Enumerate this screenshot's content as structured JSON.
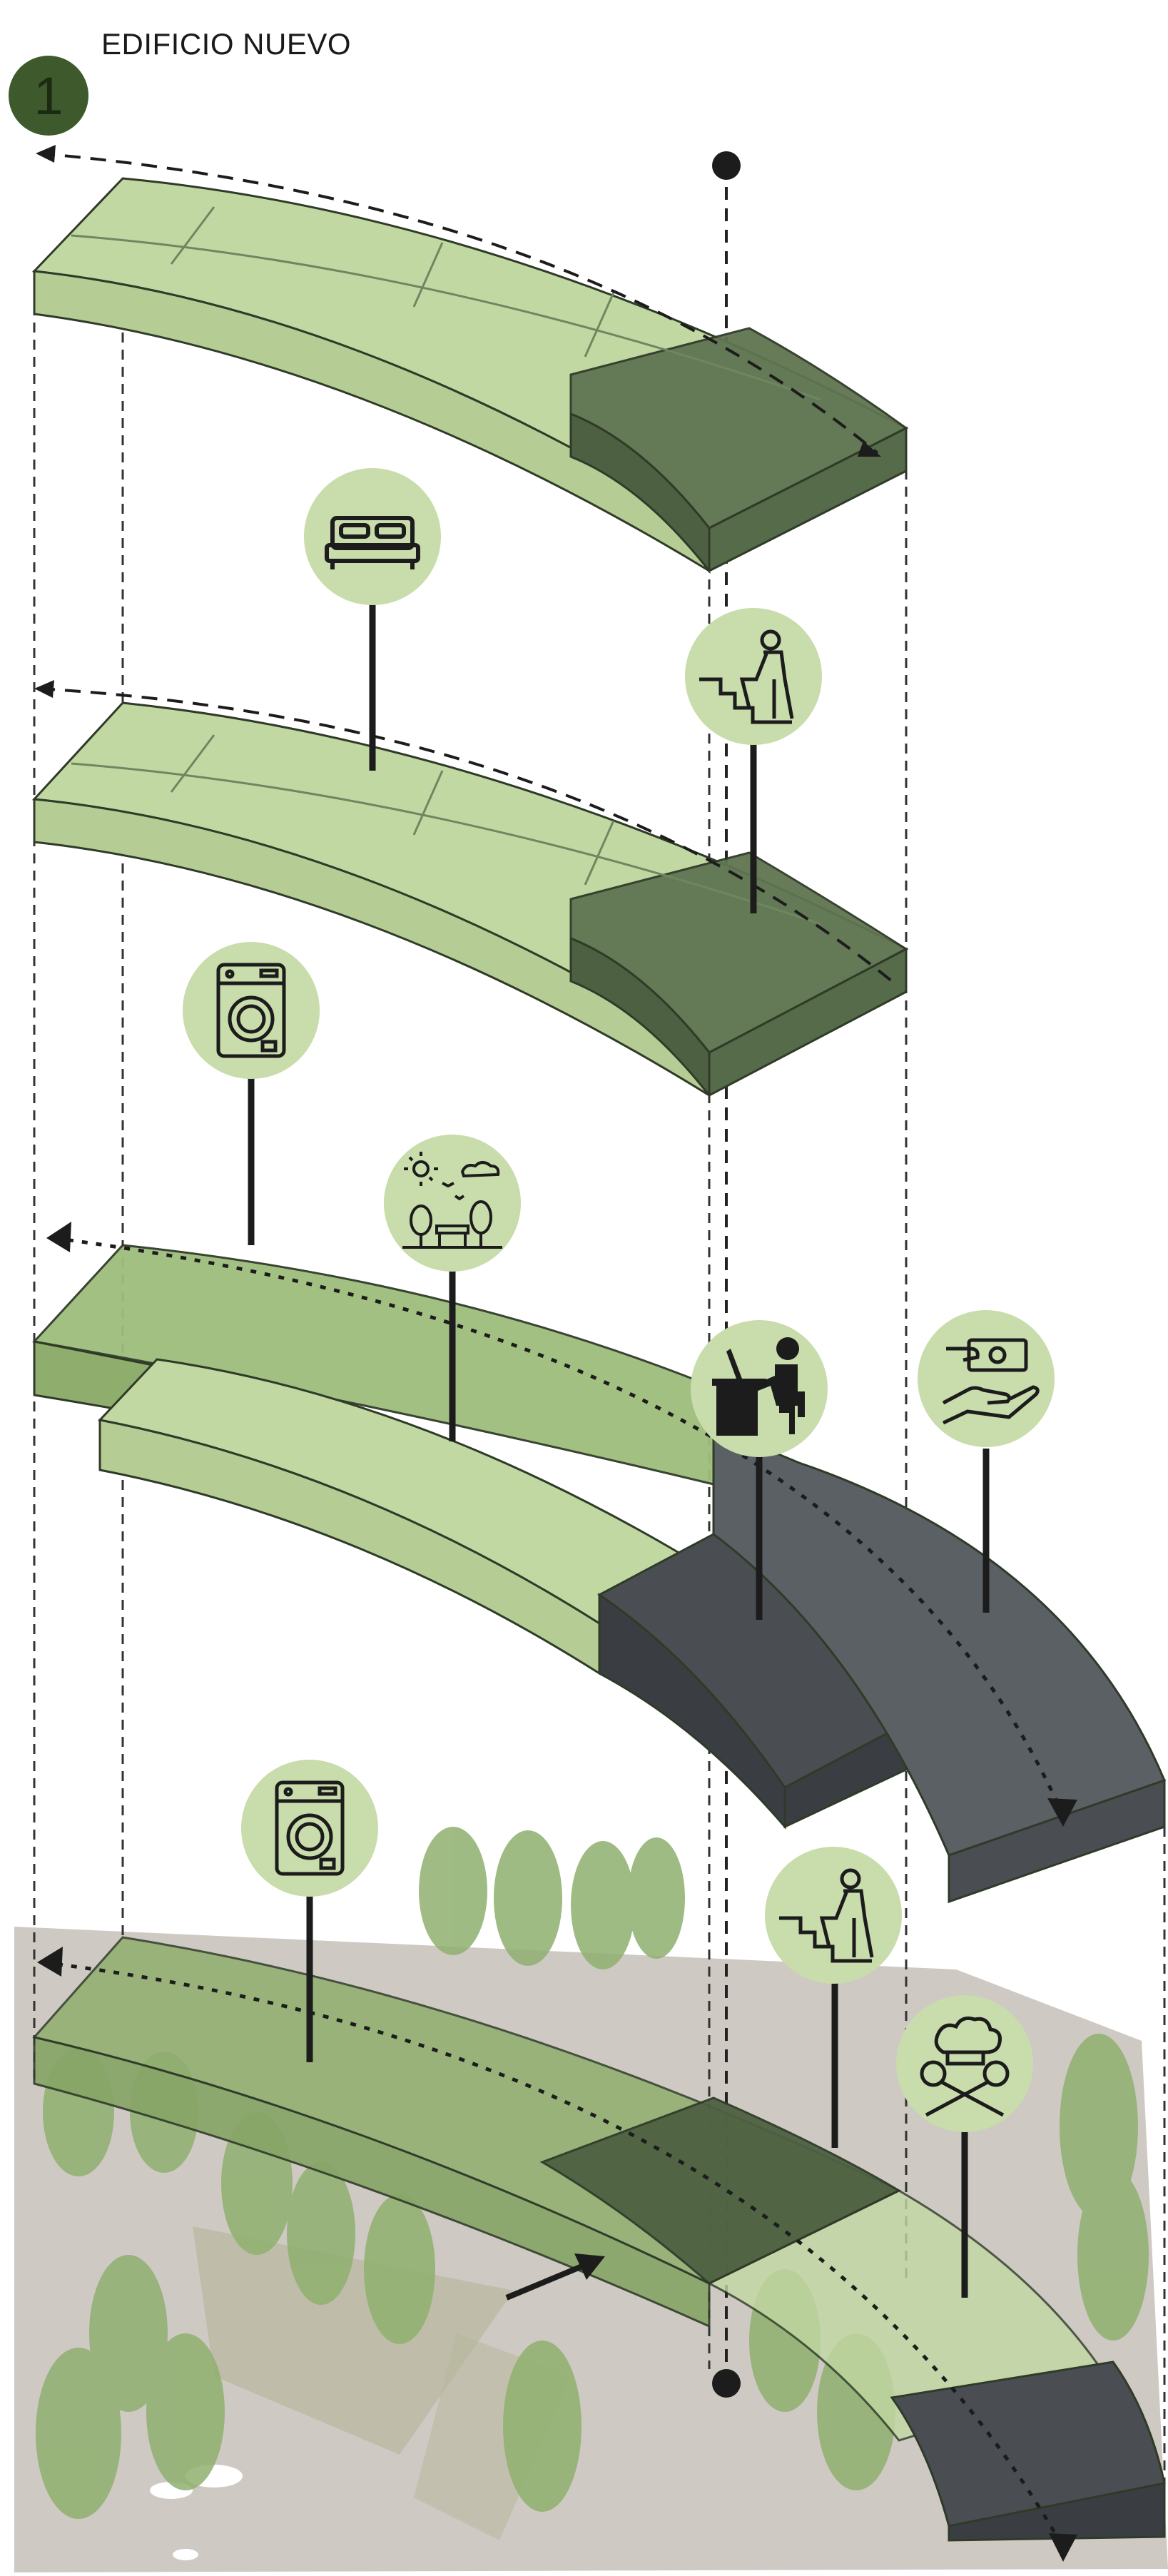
{
  "header": {
    "badge_number": "1",
    "title": "EDIFICIO NUEVO"
  },
  "palette": {
    "light_green": "#c2d8a3",
    "mid_green": "#9fbd7d",
    "dark_green": "#5f7451",
    "dark_gray": "#4a4e52",
    "icon_bg": "#c9dcab",
    "ground": "#c9c3bc",
    "tree": "#8fb06f",
    "line": "#1c1c1c"
  },
  "levels": [
    {
      "name": "top-floor",
      "icons": [
        "bed-icon",
        "stairs-person-icon"
      ]
    },
    {
      "name": "second-floor",
      "icons": [
        "washing-machine-icon"
      ]
    },
    {
      "name": "first-floor",
      "icons": [
        "park-icon",
        "office-desk-icon",
        "payment-icon"
      ]
    },
    {
      "name": "ground-floor",
      "icons": [
        "washing-machine-icon",
        "stairs-person-icon",
        "kitchen-chef-icon"
      ]
    }
  ]
}
